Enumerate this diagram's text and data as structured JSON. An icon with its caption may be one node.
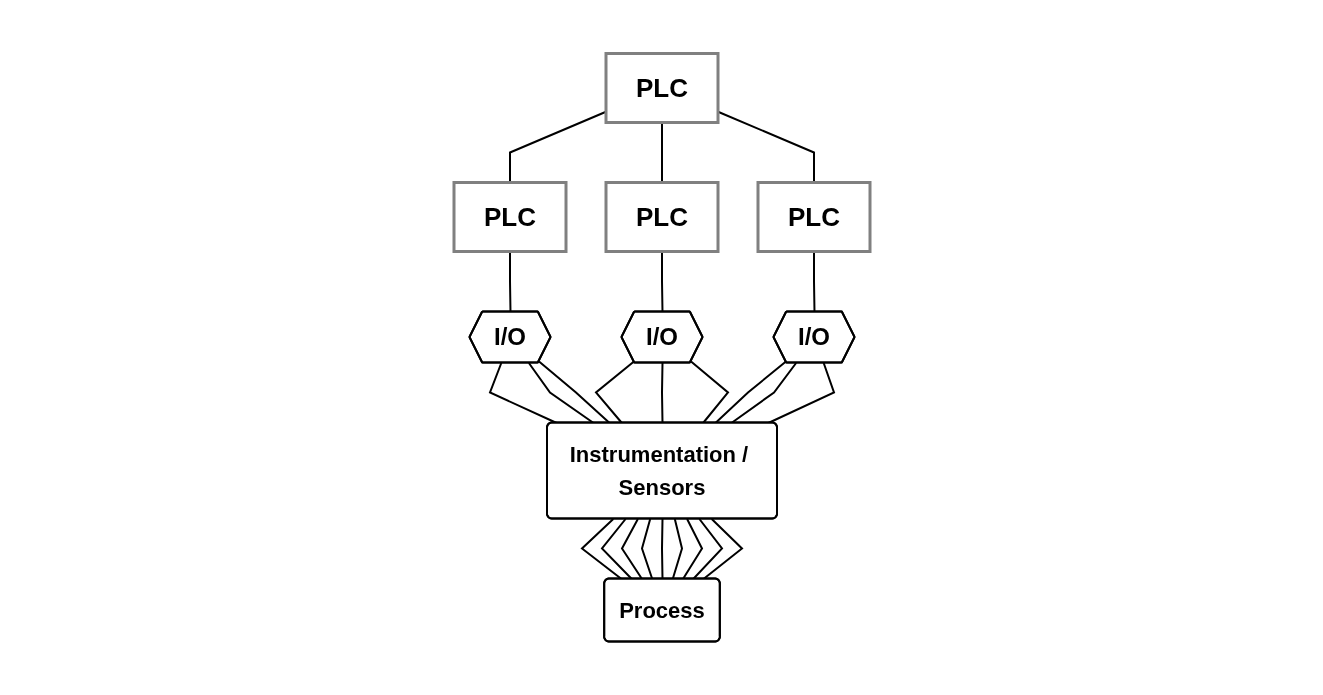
{
  "diagram": {
    "nodes": [
      {
        "text": [
          "PLC"
        ]
      },
      {
        "text": [
          "PLC"
        ]
      },
      {
        "text": [
          "PLC"
        ]
      },
      {
        "text": [
          "PLC"
        ]
      },
      {
        "text": [
          "I/O"
        ]
      },
      {
        "text": [
          "I/O"
        ]
      },
      {
        "text": [
          "I/O"
        ]
      },
      {
        "text": [
          "Instrumentation / Sensors"
        ]
      },
      {
        "text": [
          "Process"
        ]
      }
    ],
    "edges": [
      {
        "from": 0,
        "to": 1,
        "arrow": "none"
      },
      {
        "from": 0,
        "to": 2,
        "arrow": "none"
      },
      {
        "from": 0,
        "to": 3,
        "arrow": "none"
      },
      {
        "from": 1,
        "to": 4,
        "arrow": "none"
      },
      {
        "from": 2,
        "to": 5,
        "arrow": "none"
      },
      {
        "from": 3,
        "to": 6,
        "arrow": "none"
      },
      {
        "from": 4,
        "to": 7,
        "arrow": "none"
      },
      {
        "from": 4,
        "to": 7,
        "arrow": "none"
      },
      {
        "from": 4,
        "to": 7,
        "arrow": "none"
      },
      {
        "from": 5,
        "to": 7,
        "arrow": "none"
      },
      {
        "from": 5,
        "to": 7,
        "arrow": "none"
      },
      {
        "from": 5,
        "to": 7,
        "arrow": "none"
      },
      {
        "from": 6,
        "to": 7,
        "arrow": "none"
      },
      {
        "from": 6,
        "to": 7,
        "arrow": "none"
      },
      {
        "from": 6,
        "to": 7,
        "arrow": "none"
      },
      {
        "from": 7,
        "to": 8,
        "arrow": "none"
      },
      {
        "from": 7,
        "to": 8,
        "arrow": "none"
      },
      {
        "from": 7,
        "to": 8,
        "arrow": "none"
      },
      {
        "from": 7,
        "to": 8,
        "arrow": "none"
      },
      {
        "from": 7,
        "to": 8,
        "arrow": "none"
      },
      {
        "from": 7,
        "to": 8,
        "arrow": "none"
      },
      {
        "from": 7,
        "to": 8,
        "arrow": "none"
      },
      {
        "from": 7,
        "to": 8,
        "arrow": "none"
      },
      {
        "from": 7,
        "to": 8,
        "arrow": "none"
      }
    ]
  }
}
